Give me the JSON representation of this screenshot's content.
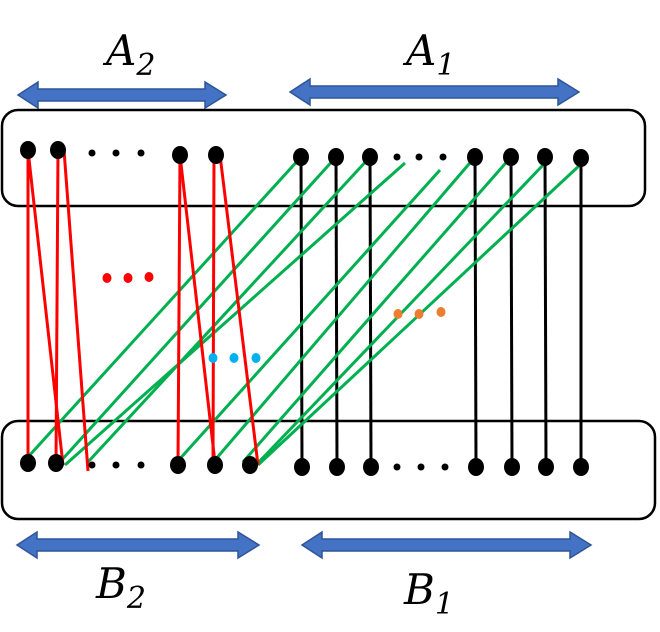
{
  "labels": {
    "a2": {
      "main": "A",
      "sub": "2"
    },
    "a1": {
      "main": "A",
      "sub": "1"
    },
    "b2": {
      "main": "B",
      "sub": "2"
    },
    "b1": {
      "main": "B",
      "sub": "1"
    }
  },
  "colors": {
    "arrow": "#4472c4",
    "arrow_stroke": "#2f5597",
    "box": "#000000",
    "dot": "#000000",
    "red_edge": "#ff0000",
    "green_edge": "#00b050",
    "black_edge": "#000000",
    "red_ellipsis": "#ff0000",
    "blue_ellipsis": "#00b0f0",
    "orange_ellipsis": "#ed7d31"
  }
}
